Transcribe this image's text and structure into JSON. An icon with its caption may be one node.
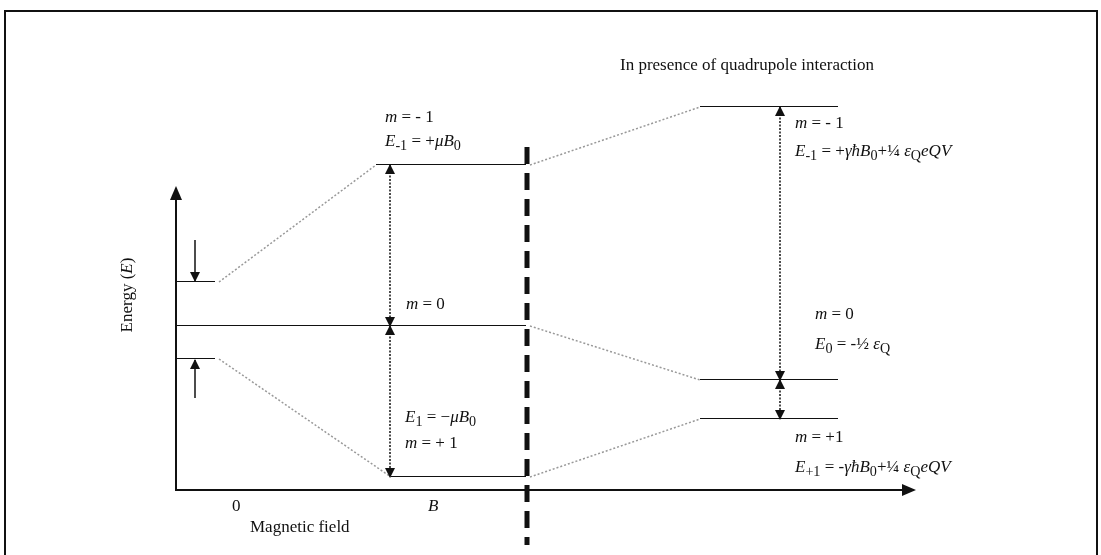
{
  "diagram": {
    "title": "In presence of quadrupole interaction",
    "nodes": [
      {
        "text": [],
        "shape": "bar"
      },
      {
        "text": [
          "*m* = 0"
        ]
      },
      {
        "text": [],
        "shape": "bar"
      },
      {
        "text": [
          "*m* = - 1",
          "*E*$_{-1}$ = +*μB*$_{0}$"
        ]
      },
      {
        "text": [
          "*E*$_{1}$ = −*μB*$_{0}$",
          "*m* = + 1"
        ]
      },
      {
        "text": [
          "*m* = - 1",
          "*E*$_{-1}$ = +*γħB*$_{0}$+¼ *ε*$_{Q}$*eQV*"
        ]
      },
      {
        "text": [
          "*m* = 0",
          "*E*$_{0}$ = -½ *ε*$_{Q}$"
        ]
      },
      {
        "text": [
          "*m* = +1",
          "*E*$_{+1}$ = -*γħB*$_{0}$+¼ *ε*$_{Q}$*eQV*"
        ]
      }
    ],
    "edges": [
      {
        "from": 0,
        "to": 3,
        "arrow": "none",
        "style": "dashed",
        "color": "#999999"
      },
      {
        "from": 2,
        "to": 4,
        "arrow": "none",
        "style": "dashed",
        "color": "#999999"
      },
      {
        "from": 3,
        "to": 5,
        "arrow": "none",
        "style": "dashed",
        "color": "#999999"
      },
      {
        "from": 1,
        "to": 6,
        "arrow": "none",
        "style": "dashed",
        "color": "#999999"
      },
      {
        "from": 4,
        "to": 7,
        "arrow": "none",
        "style": "dashed",
        "color": "#999999"
      },
      {
        "from": 3,
        "to": 1,
        "arrow": "both",
        "style": "dashed"
      },
      {
        "from": 1,
        "to": 4,
        "arrow": "both",
        "style": "dashed"
      },
      {
        "from": 5,
        "to": 6,
        "arrow": "both",
        "style": "dashed"
      },
      {
        "from": 6,
        "to": 7,
        "arrow": "both",
        "style": "dashed"
      },
      {
        "from": null,
        "to": 0,
        "arrow": "to"
      },
      {
        "from": null,
        "to": 2,
        "arrow": "to"
      }
    ],
    "labels": [
      "Energy (*E*)",
      "0",
      "B",
      "Magnetic field"
    ]
  }
}
